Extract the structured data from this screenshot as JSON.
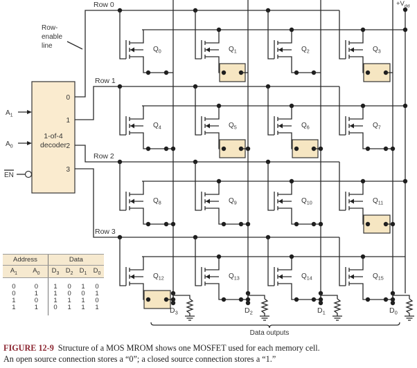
{
  "figure": {
    "number_label": "FIGURE 12-9",
    "caption_line1": "Structure of a MOS MROM shows one MOSFET used for each memory cell.",
    "caption_line2": "An open source connection stores a “0”; a closed source connection stores a “1.”"
  },
  "labels": {
    "row_enable": [
      "Row-",
      "enable",
      "line"
    ],
    "vdd": "+V",
    "vdd_sub": "dd",
    "data_outputs": "Data outputs"
  },
  "decoder": {
    "title_line1": "1-of-4",
    "title_line2": "decoder",
    "inputs": [
      {
        "name": "A",
        "sub": "1"
      },
      {
        "name": "A",
        "sub": "0"
      }
    ],
    "enable": "EN",
    "outputs": [
      "0",
      "1",
      "2",
      "3"
    ]
  },
  "rows": [
    "Row 0",
    "Row 1",
    "Row 2",
    "Row 3"
  ],
  "data_columns": [
    {
      "name": "D",
      "sub": "3"
    },
    {
      "name": "D",
      "sub": "2"
    },
    {
      "name": "D",
      "sub": "1"
    },
    {
      "name": "D",
      "sub": "0"
    }
  ],
  "cells": [
    [
      {
        "q": "0",
        "bit": 1
      },
      {
        "q": "1",
        "bit": 0
      },
      {
        "q": "2",
        "bit": 1
      },
      {
        "q": "3",
        "bit": 0
      }
    ],
    [
      {
        "q": "4",
        "bit": 1
      },
      {
        "q": "5",
        "bit": 0
      },
      {
        "q": "6",
        "bit": 0
      },
      {
        "q": "7",
        "bit": 1
      }
    ],
    [
      {
        "q": "8",
        "bit": 1
      },
      {
        "q": "9",
        "bit": 1
      },
      {
        "q": "10",
        "bit": 1
      },
      {
        "q": "11",
        "bit": 0
      }
    ],
    [
      {
        "q": "12",
        "bit": 0
      },
      {
        "q": "13",
        "bit": 1
      },
      {
        "q": "14",
        "bit": 1
      },
      {
        "q": "15",
        "bit": 1
      }
    ]
  ],
  "truth_table": {
    "group_headers": [
      "Address",
      "Data"
    ],
    "columns": [
      {
        "name": "A",
        "sub": "1"
      },
      {
        "name": "A",
        "sub": "0"
      },
      {
        "name": "D",
        "sub": "3"
      },
      {
        "name": "D",
        "sub": "2"
      },
      {
        "name": "D",
        "sub": "1"
      },
      {
        "name": "D",
        "sub": "0"
      }
    ],
    "rows": [
      [
        "0",
        "0",
        "1",
        "0",
        "1",
        "0"
      ],
      [
        "0",
        "1",
        "1",
        "0",
        "0",
        "1"
      ],
      [
        "1",
        "0",
        "1",
        "1",
        "1",
        "0"
      ],
      [
        "1",
        "1",
        "0",
        "1",
        "1",
        "1"
      ]
    ]
  },
  "colors": {
    "highlight_fill": "#f6e6c2",
    "decoder_fill": "#faebcf",
    "figure_label": "#8b2530"
  }
}
